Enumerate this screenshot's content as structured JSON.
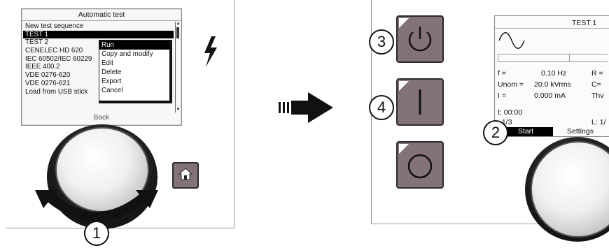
{
  "left_panel": {
    "screen_title": "Automatic test",
    "sequences": [
      "New test sequence",
      "TEST 1",
      "TEST 2",
      "CENELEC HD 620",
      "IEC 60502/IEC 60229",
      "IEEE 400.2",
      "VDE 0276-620",
      "VDE 0276-621",
      "Load from USB stick"
    ],
    "selected_index": 1,
    "context_menu": [
      "Run",
      "Copy and modify",
      "Edit",
      "Delete",
      "Export",
      "Cancel"
    ],
    "context_selected_index": 0,
    "back_label": "Back",
    "home_icon": "home-icon",
    "hv_icon": "lightning-icon"
  },
  "callouts": {
    "one": "1",
    "two": "2",
    "three": "3",
    "four": "4"
  },
  "arrow_icon": "right-arrow-icon",
  "right_panel": {
    "test_title": "TEST 1",
    "waveform_icon": "sine-wave-icon",
    "rows": [
      {
        "label": "f =",
        "value": "0.10 Hz",
        "extra": "R ="
      },
      {
        "label": "Unom =",
        "value": "20.0 kVrms",
        "extra": "C="
      },
      {
        "label": "I =",
        "value": "0.000 mA",
        "extra": "Thv"
      }
    ],
    "timer": "t: 00:00",
    "step": ": 1/3",
    "loop": "L: 1/",
    "start_label": "Start",
    "settings_label": "Settings",
    "buttons": [
      "power-on-icon",
      "hv-on-icon",
      "hv-off-icon"
    ]
  }
}
